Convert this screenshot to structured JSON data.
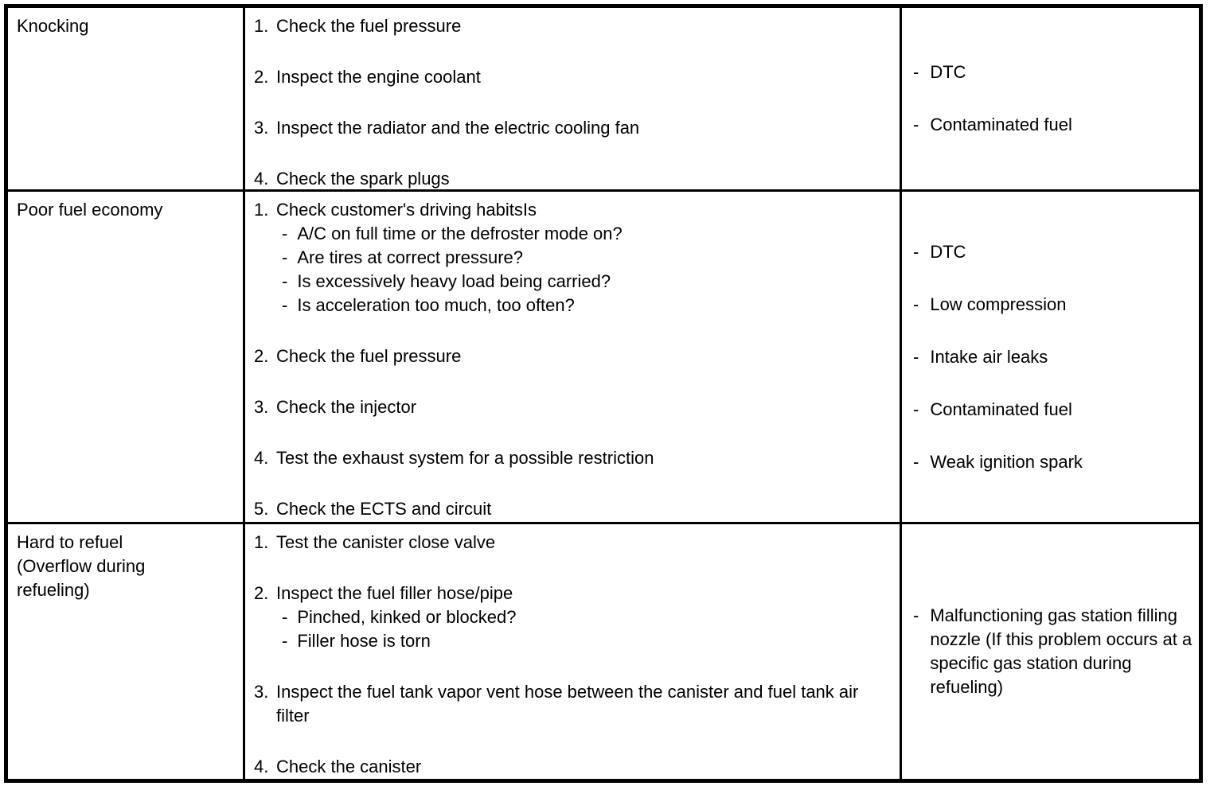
{
  "document": {
    "type": "troubleshooting-table",
    "dash": "-",
    "colors": {
      "background": "#ffffff",
      "text": "#000000",
      "border": "#000000"
    },
    "rows": [
      {
        "symptom_lines": [
          "Knocking"
        ],
        "steps": [
          {
            "num": "1.",
            "text": "Check the fuel pressure",
            "subs": []
          },
          {
            "num": "2.",
            "text": "Inspect the engine coolant",
            "subs": []
          },
          {
            "num": "3.",
            "text": "Inspect the radiator and the electric cooling fan",
            "subs": []
          },
          {
            "num": "4.",
            "text": "Check the spark plugs",
            "subs": []
          }
        ],
        "suspect_areas": [
          "DTC",
          "Contaminated fuel"
        ]
      },
      {
        "symptom_lines": [
          "Poor fuel economy"
        ],
        "steps": [
          {
            "num": "1.",
            "text": "Check customer's driving habitsIs",
            "subs": [
              "A/C on full time or the defroster mode on?",
              "Are tires at correct pressure?",
              "Is excessively heavy load being carried?",
              "Is acceleration too much, too often?"
            ]
          },
          {
            "num": "2.",
            "text": "Check the fuel pressure",
            "subs": []
          },
          {
            "num": "3.",
            "text": "Check the injector",
            "subs": []
          },
          {
            "num": "4.",
            "text": "Test the exhaust system for a possible restriction",
            "subs": []
          },
          {
            "num": "5.",
            "text": "Check the ECTS and circuit",
            "subs": []
          }
        ],
        "suspect_areas": [
          "DTC",
          "Low compression",
          "Intake air leaks",
          "Contaminated fuel",
          "Weak ignition spark"
        ]
      },
      {
        "symptom_lines": [
          "Hard to refuel",
          "(Overflow during",
          "refueling)"
        ],
        "steps": [
          {
            "num": "1.",
            "text": "Test the canister close valve",
            "subs": []
          },
          {
            "num": "2.",
            "text": "Inspect the fuel filler hose/pipe",
            "subs": [
              "Pinched, kinked or blocked?",
              "Filler hose is torn"
            ]
          },
          {
            "num": "3.",
            "text": "Inspect the fuel tank vapor vent hose between the canister and fuel tank air filter",
            "subs": []
          },
          {
            "num": "4.",
            "text": "Check the canister",
            "subs": []
          }
        ],
        "suspect_areas": [
          "Malfunctioning gas station filling nozzle (If this problem occurs at a specific gas station during refueling)"
        ]
      }
    ]
  }
}
